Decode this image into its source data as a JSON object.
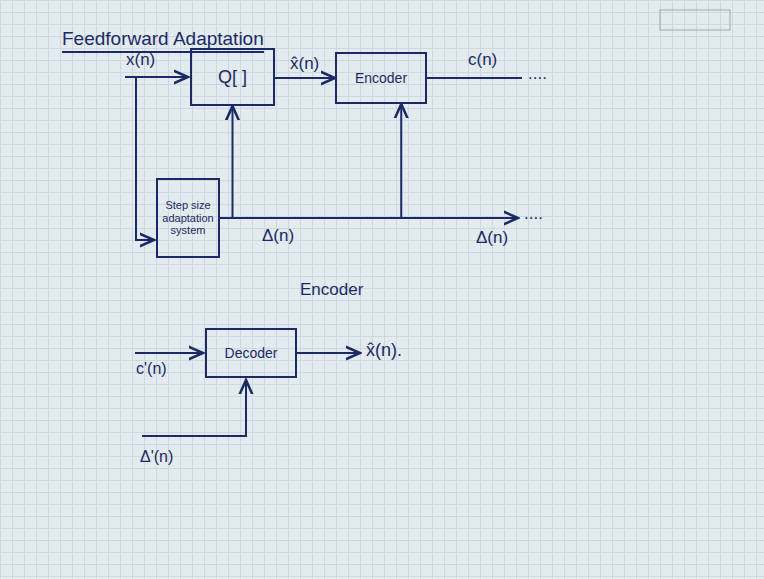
{
  "diagram": {
    "title": "Feedforward Adaptation",
    "nodes": [
      {
        "text": [
          "Q[ ]"
        ]
      },
      {
        "text": [
          "Encoder"
        ]
      },
      {
        "text": [
          "Step size adaptation system"
        ]
      },
      {
        "text": [
          "Decoder"
        ]
      }
    ],
    "edges": [
      {
        "from": 0,
        "to": 1,
        "label": "x̂(n)",
        "arrow": "to"
      },
      {
        "from": 2,
        "to": 0,
        "arrow": "to"
      },
      {
        "from": 2,
        "to": 1,
        "arrow": "to"
      }
    ],
    "labels": [
      "x(n)",
      "c(n)",
      "....",
      "Δ(n)",
      "Δ(n)",
      "....",
      "Encoder",
      "c'(n)",
      "x̂(n).",
      "Δ'(n)"
    ]
  }
}
